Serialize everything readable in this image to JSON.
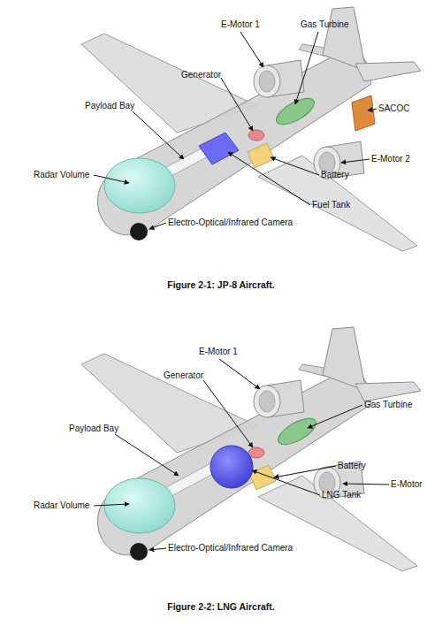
{
  "diagram": {
    "labels": [
      "E-Motor 1",
      "Gas Turbine",
      "SACOC",
      "Generator",
      "Payload Bay",
      "E-Motor 2",
      "Battery",
      "Fuel Tank",
      "Radar Volume",
      "Electro-Optical/Infrared Camera",
      "Figure 2-1: JP-8 Aircraft.",
      "E-Motor 1",
      "Generator",
      "Gas Turbine",
      "Payload Bay",
      "E-Motor",
      "Battery",
      "LNG Tank",
      "Radar Volume",
      "Electro-Optical/Infrared Camera",
      "Figure 2-2: LNG Aircraft."
    ]
  }
}
